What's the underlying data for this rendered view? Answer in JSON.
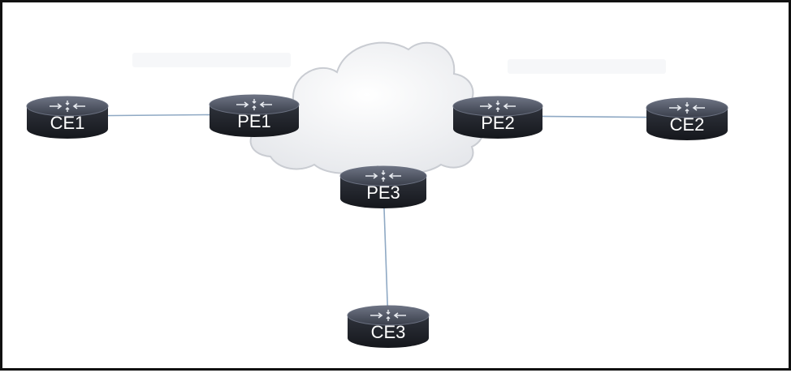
{
  "colors": {
    "link": "#8fa9c4",
    "router_top": "#3d4250",
    "router_body": "#24272f",
    "router_rim": "#6a7080",
    "cloud_fill": "#f2f3f5",
    "cloud_stroke": "#c9ccd2",
    "label": "#ffffff"
  },
  "routers": [
    {
      "id": "ce1",
      "label": "CE1"
    },
    {
      "id": "pe1",
      "label": "PE1"
    },
    {
      "id": "pe2",
      "label": "PE2"
    },
    {
      "id": "ce2",
      "label": "CE2"
    },
    {
      "id": "pe3",
      "label": "PE3"
    },
    {
      "id": "ce3",
      "label": "CE3"
    }
  ],
  "links": [
    {
      "from": "CE1",
      "to": "PE1"
    },
    {
      "from": "PE2",
      "to": "CE2"
    },
    {
      "from": "PE3",
      "to": "CE3"
    }
  ],
  "icons": {
    "router": "router-icon",
    "cloud": "cloud-icon"
  }
}
